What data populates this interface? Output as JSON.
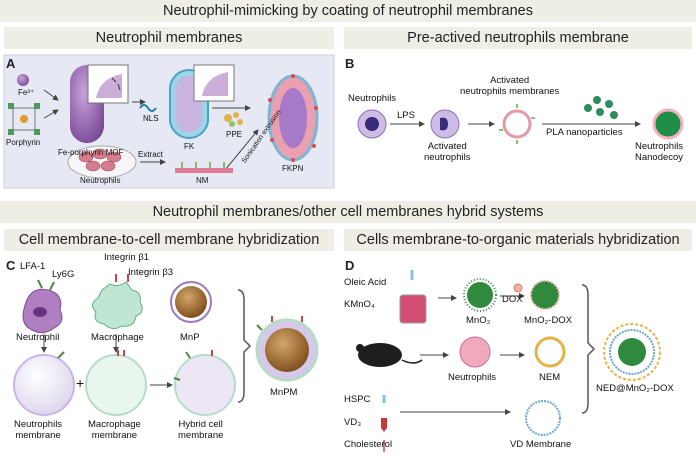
{
  "headers": {
    "top": "Neutrophil-mimicking by coating of neutrophil membranes",
    "top_left": "Neutrophil membranes",
    "top_right": "Pre-actived neutrophils membrane",
    "middle": "Neutrophil membranes/other cell membranes hybrid systems",
    "bottom_left": "Cell membrane-to-cell membrane hybridization",
    "bottom_right": "Cells membrane-to-organic materials hybridization"
  },
  "panel_a": {
    "letter": "A",
    "fe": "Fe³⁺",
    "porphyrin": "Porphyrin",
    "mof": "Fe-porphyrin MOF",
    "nls": "NLS",
    "fk": "FK",
    "ppe": "PPE",
    "sonication": "Sonication extrusion",
    "fkpn": "FKPN",
    "neutrophils": "Neutrophils",
    "extract": "Extract",
    "nm": "NM"
  },
  "panel_b": {
    "letter": "B",
    "neutrophils": "Neutrophils",
    "lps": "LPS",
    "activated": "Activated\nneutrophils",
    "activated_membranes": "Activated\nneutrophils membranes",
    "pla": "PLA nanoparticles",
    "decoy": "Neutrophils\nNanodecoy"
  },
  "panel_c": {
    "letter": "C",
    "lfa1": "LFA-1",
    "ly6g": "Ly6G",
    "integrin_b1": "Integrin β1",
    "integrin_b3": "Integrin β3",
    "neutrophil": "Neutrophil",
    "macrophage": "Macrophage",
    "mnp": "MnP",
    "mnpm": "MnPM",
    "plus": "+",
    "neutrophils_membrane": "Neutrophils\nmembrane",
    "macrophage_membrane": "Macrophage\nmembrane",
    "hybrid": "Hybrid cell\nmembrane"
  },
  "panel_d": {
    "letter": "D",
    "oleic": "Oleic Acid",
    "kmno4": "KMnO₄",
    "mno2": "MnO₂",
    "dox": "DOX",
    "mno2_dox": "MnO₂-DOX",
    "neutrophils": "Neutrophils",
    "nem": "NEM",
    "hspc": "HSPC",
    "vd3": "VD₃",
    "cholesterol": "Cholesterol",
    "vd_membrane": "VD Membrane",
    "result": "NED@MnO₂-DOX"
  }
}
